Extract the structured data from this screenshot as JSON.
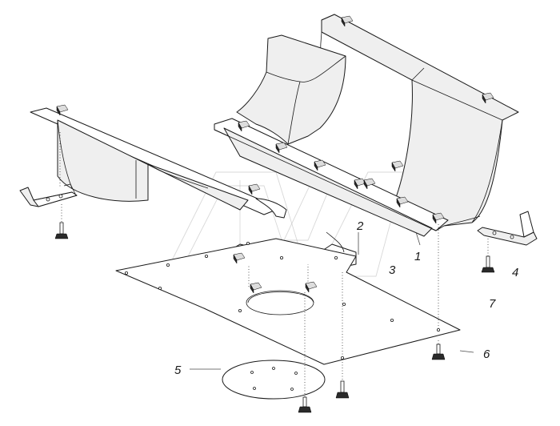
{
  "callouts": [
    {
      "id": "1",
      "label": "1"
    },
    {
      "id": "2",
      "label": "2"
    },
    {
      "id": "3",
      "label": "3"
    },
    {
      "id": "4",
      "label": "4"
    },
    {
      "id": "5",
      "label": "5"
    },
    {
      "id": "6",
      "label": "6"
    },
    {
      "id": "7",
      "label": "7"
    }
  ],
  "colors": {
    "line": "#1a1a1a",
    "background": "#ffffff",
    "watermark": "#b8b8b8"
  }
}
